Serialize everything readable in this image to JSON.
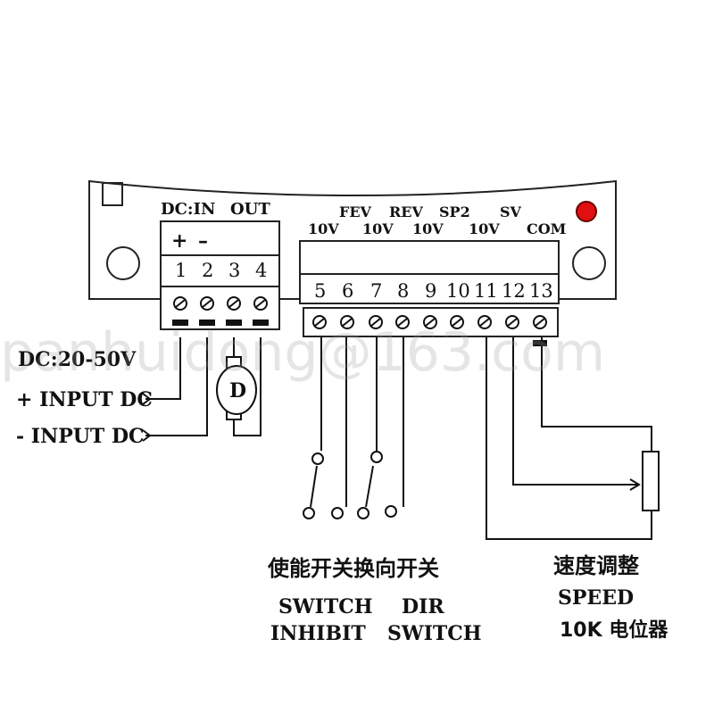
{
  "board": {
    "dc_label": "DC:IN",
    "out_label": "OUT",
    "plus": "+",
    "minus": "–",
    "left_terminals": [
      "1",
      "2",
      "3",
      "4"
    ],
    "right_terminals": [
      "5",
      "6",
      "7",
      "8",
      "9",
      "10",
      "11",
      "12",
      "13"
    ],
    "top_labels": [
      "FEV",
      "REV",
      "SP2",
      "SV"
    ],
    "voltage_labels": [
      "10V",
      "10V",
      "10V",
      "10V",
      "COM"
    ],
    "led_color": "#e01010"
  },
  "power": {
    "voltage_range": "DC:20-50V",
    "input_plus": "+ INPUT DC",
    "input_minus": "- INPUT DC",
    "motor_label": "D"
  },
  "switches": {
    "chinese_label": "使能开关换向开关",
    "switch_label": "SWITCH",
    "inhibit_label": "INHIBIT",
    "dir_label": "DIR",
    "dir_switch_label": "SWITCH"
  },
  "speed": {
    "chinese_label": "速度调整",
    "speed_label": "SPEED",
    "pot_label": "10K 电位器"
  },
  "watermark": "panhuidong@163.com"
}
